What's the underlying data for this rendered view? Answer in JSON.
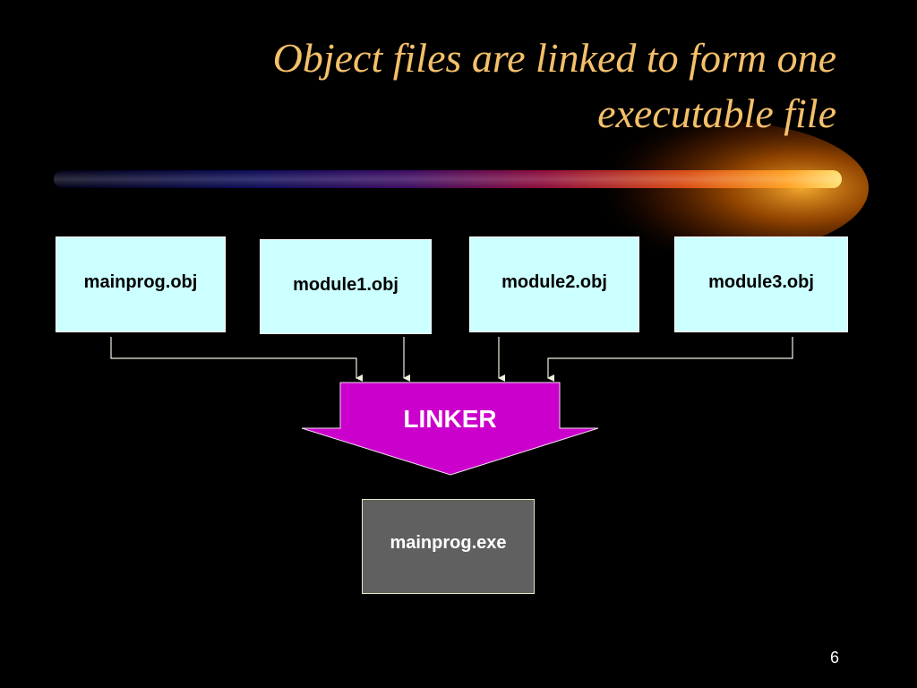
{
  "slide": {
    "title_line1": "Object files are linked to form one",
    "title_line2": "executable file",
    "page_number": "6"
  },
  "diagram": {
    "object_files": [
      "mainprog.obj",
      "module1.obj",
      "module2.obj",
      "module3.obj"
    ],
    "linker_label": "LINKER",
    "output_file": "mainprog.exe"
  },
  "colors": {
    "background": "#000000",
    "title": "#f5c06a",
    "object_box": "#ccffff",
    "linker_arrow": "#cc00cc",
    "output_box": "#606060",
    "connector_lines": "#f0f0e0",
    "decor_bar_start": "#000033",
    "decor_bar_end": "#ffcc33"
  }
}
